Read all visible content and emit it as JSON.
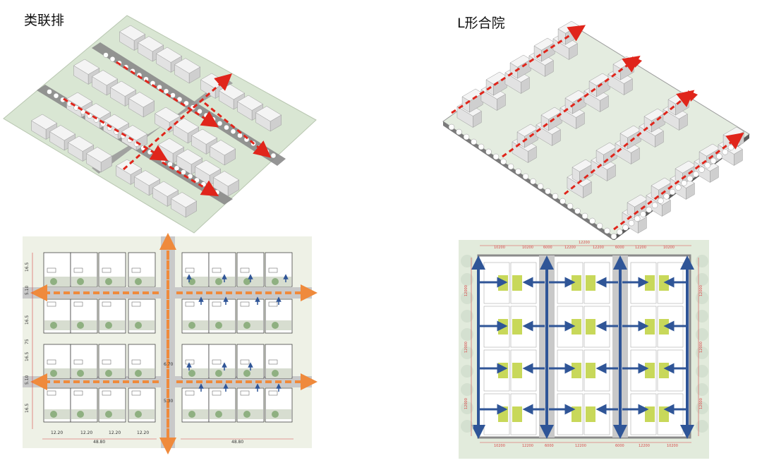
{
  "titles": {
    "left": "类联排",
    "right": "L形合院"
  },
  "colors": {
    "ground": "#d9e6d3",
    "road": "#8a8a8a",
    "building": "#f4f4f4",
    "edge": "#9a9a9a",
    "red_path": "#e0251b",
    "orange_path": "#ef8a3c",
    "blue_path": "#2f5597",
    "courtyard_green": "#c8d85a",
    "tree": "#8fb081",
    "dim_red": "#d84848"
  },
  "left_plan": {
    "row_heights": [
      "16.5",
      "5.10",
      "16.5",
      "75",
      "16.5",
      "5.10",
      "16.5"
    ],
    "road_widths": [
      "6.70",
      "5.30"
    ],
    "unit_widths": [
      "12.20",
      "12.20",
      "12.20",
      "12.20"
    ],
    "block_widths": [
      "48.80",
      "48.80"
    ]
  },
  "right_plan": {
    "top_dims": [
      "10200",
      "10200",
      "6000",
      "12200",
      "12200",
      "6000",
      "12200",
      "10200"
    ],
    "top_total": "12200",
    "bottom_dims": [
      "10200",
      "12200",
      "6000",
      "12200",
      "6000",
      "12200",
      "10200"
    ],
    "left_dims": [
      "12000",
      "12000",
      "12000"
    ],
    "right_dims": [
      "12000",
      "12000",
      "12000"
    ]
  }
}
